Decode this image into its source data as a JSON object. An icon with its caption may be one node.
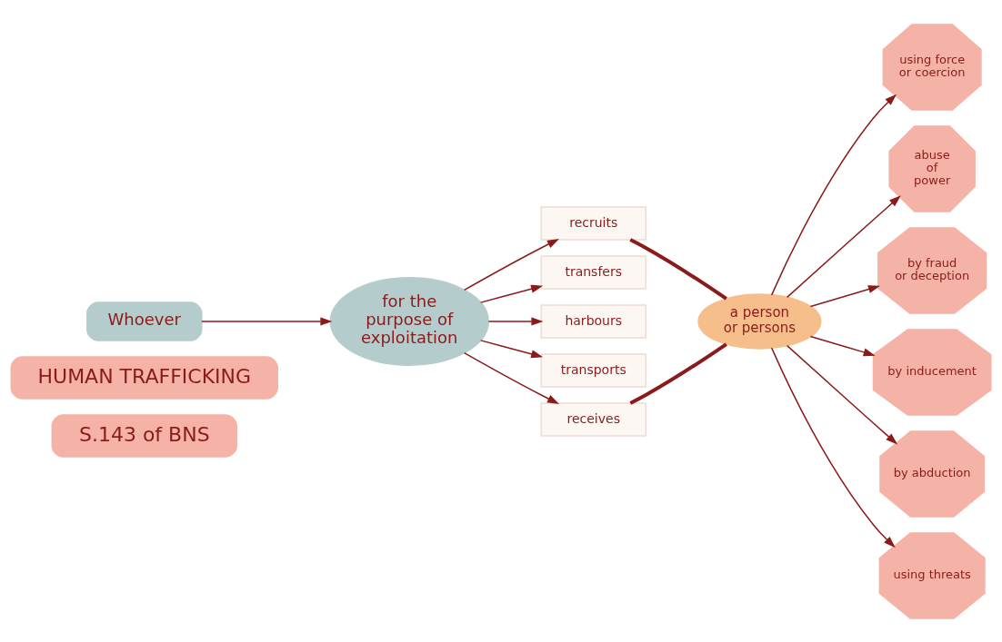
{
  "diagram": {
    "nodes": [
      {
        "text": [
          "S.143 of BNS"
        ]
      },
      {
        "text": [
          "HUMAN TRAFFICKING"
        ]
      },
      {
        "text": [
          "Whoever"
        ]
      },
      {
        "text": [
          "for the purpose of exploitation"
        ]
      },
      {
        "text": [
          "recruits"
        ]
      },
      {
        "text": [
          "transfers"
        ]
      },
      {
        "text": [
          "harbours"
        ]
      },
      {
        "text": [
          "transports"
        ]
      },
      {
        "text": [
          "receives"
        ]
      },
      {
        "text": [
          "a person or persons"
        ]
      },
      {
        "text": [
          "using force or coercion"
        ]
      },
      {
        "text": [
          "abuse of power"
        ]
      },
      {
        "text": [
          "by fraud or deception"
        ]
      },
      {
        "text": [
          "by inducement"
        ]
      },
      {
        "text": [
          "by abduction"
        ]
      },
      {
        "text": [
          "using threats"
        ]
      }
    ],
    "edges": [
      {
        "from": 2,
        "to": 3,
        "arrow": "to"
      },
      {
        "from": 3,
        "to": 4,
        "arrow": "to"
      },
      {
        "from": 3,
        "to": 5,
        "arrow": "to"
      },
      {
        "from": 3,
        "to": 6,
        "arrow": "to"
      },
      {
        "from": 3,
        "to": 7,
        "arrow": "to"
      },
      {
        "from": 3,
        "to": 8,
        "arrow": "to"
      },
      {
        "from": 4,
        "to": 9,
        "arrow": "none",
        "style": "thick"
      },
      {
        "from": 8,
        "to": 9,
        "arrow": "none",
        "style": "thick"
      },
      {
        "from": 9,
        "to": 10,
        "arrow": "to"
      },
      {
        "from": 9,
        "to": 11,
        "arrow": "to"
      },
      {
        "from": 9,
        "to": 12,
        "arrow": "to"
      },
      {
        "from": 9,
        "to": 13,
        "arrow": "to"
      },
      {
        "from": 9,
        "to": 14,
        "arrow": "to"
      },
      {
        "from": 9,
        "to": 15,
        "arrow": "to"
      }
    ]
  }
}
